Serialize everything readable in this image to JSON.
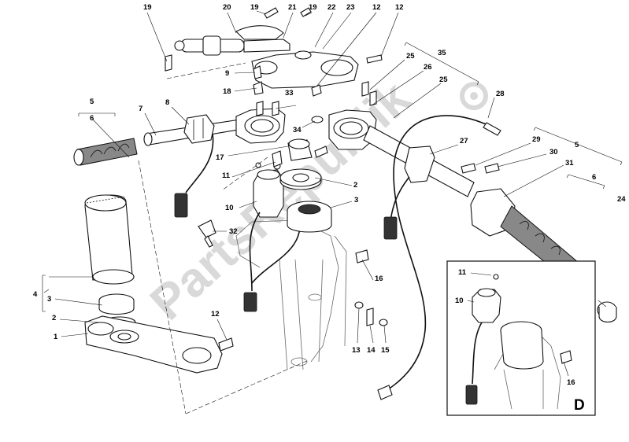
{
  "labels": {
    "n1": "1",
    "n2": "2",
    "n3": "3",
    "n4": "4",
    "n5": "5",
    "n6": "6",
    "n7": "7",
    "n8": "8",
    "n9": "9",
    "n10": "10",
    "n11": "11",
    "n12": "12",
    "n13": "13",
    "n14": "14",
    "n15": "15",
    "n16": "16",
    "n17": "17",
    "n18": "18",
    "n19": "19",
    "n20": "20",
    "n21": "21",
    "n22": "22",
    "n23": "23",
    "n24": "24",
    "n25": "25",
    "n26": "26",
    "n27": "27",
    "n28": "28",
    "n29": "29",
    "n30": "30",
    "n31": "31",
    "n32": "32",
    "n33": "33",
    "n34": "34",
    "n35": "35"
  },
  "inset": {
    "letter": "D"
  },
  "watermark": {
    "text": "PartsRepublik"
  }
}
